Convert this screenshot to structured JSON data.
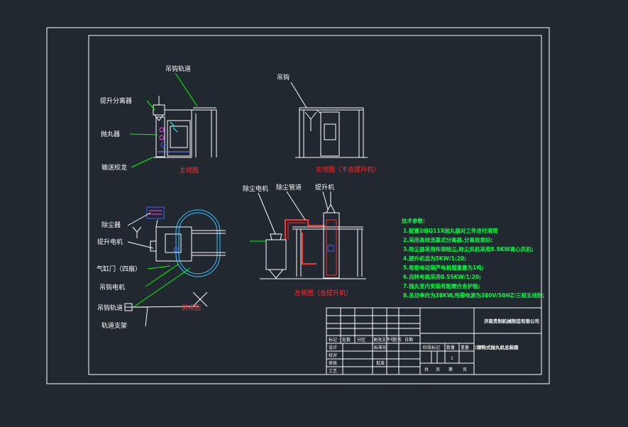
{
  "front_view": {
    "callouts": {
      "hoist_track": "吊钩轨道",
      "separator": "提升分离器",
      "polisher": "抛丸器",
      "conveyor": "输送绞龙"
    },
    "caption": "主视图"
  },
  "left_view_no_hoist": {
    "callouts": {
      "hook": "吊钩"
    },
    "caption": "左视图（不含提升机）"
  },
  "top_view": {
    "callouts": {
      "dust_collector": "除尘器",
      "hoist_motor": "提升电机",
      "air_cylinder_door": "气缸门（四扇）",
      "hook_motor": "吊钩电机",
      "hook_track": "吊钩轨道",
      "track_support": "轨道支架"
    },
    "caption": "俯视图"
  },
  "left_view_with_hoist": {
    "callouts": {
      "dust_motor": "除尘电机",
      "dust_pipe": "除尘管道",
      "hoist": "提升机"
    },
    "caption": "左视图（含提升机）"
  },
  "tech": {
    "title": "技术参数:",
    "items": [
      "1.配置2组Q11X抛丸器对工件进行清理",
      "2.采用高效流幕式分离器,分离效果好;",
      "3.除尘器采用布袋除尘,除尘风机采用5.5KW离心风机;",
      "4.提升机选为5KW/1:20;",
      "5.每套电动葫芦电机载重量为1吨;",
      "6.自转电机采用0.55KW/1:20;",
      "7.抛丸室内安装有耐磨合金护板;",
      "8.总功率约为38KW,所需电源为380V/50HZ/三相五线制;"
    ]
  },
  "title_block": {
    "company": "济南贵制机械制造有限公司",
    "drawing_name": "吊钩式抛丸机总装图",
    "rev_headers": [
      "标记",
      "处数",
      "分区",
      "更改文件号",
      "签名",
      "日期"
    ],
    "roles": [
      "设计",
      "校对",
      "审核",
      "工艺"
    ],
    "std_label": "标准化",
    "approve_label": "批准",
    "stage_headers": [
      "阶段标记",
      "数量",
      "重量",
      "比例"
    ],
    "qty": "1",
    "sheet_labels": [
      "共",
      "页",
      "第",
      "页"
    ]
  }
}
